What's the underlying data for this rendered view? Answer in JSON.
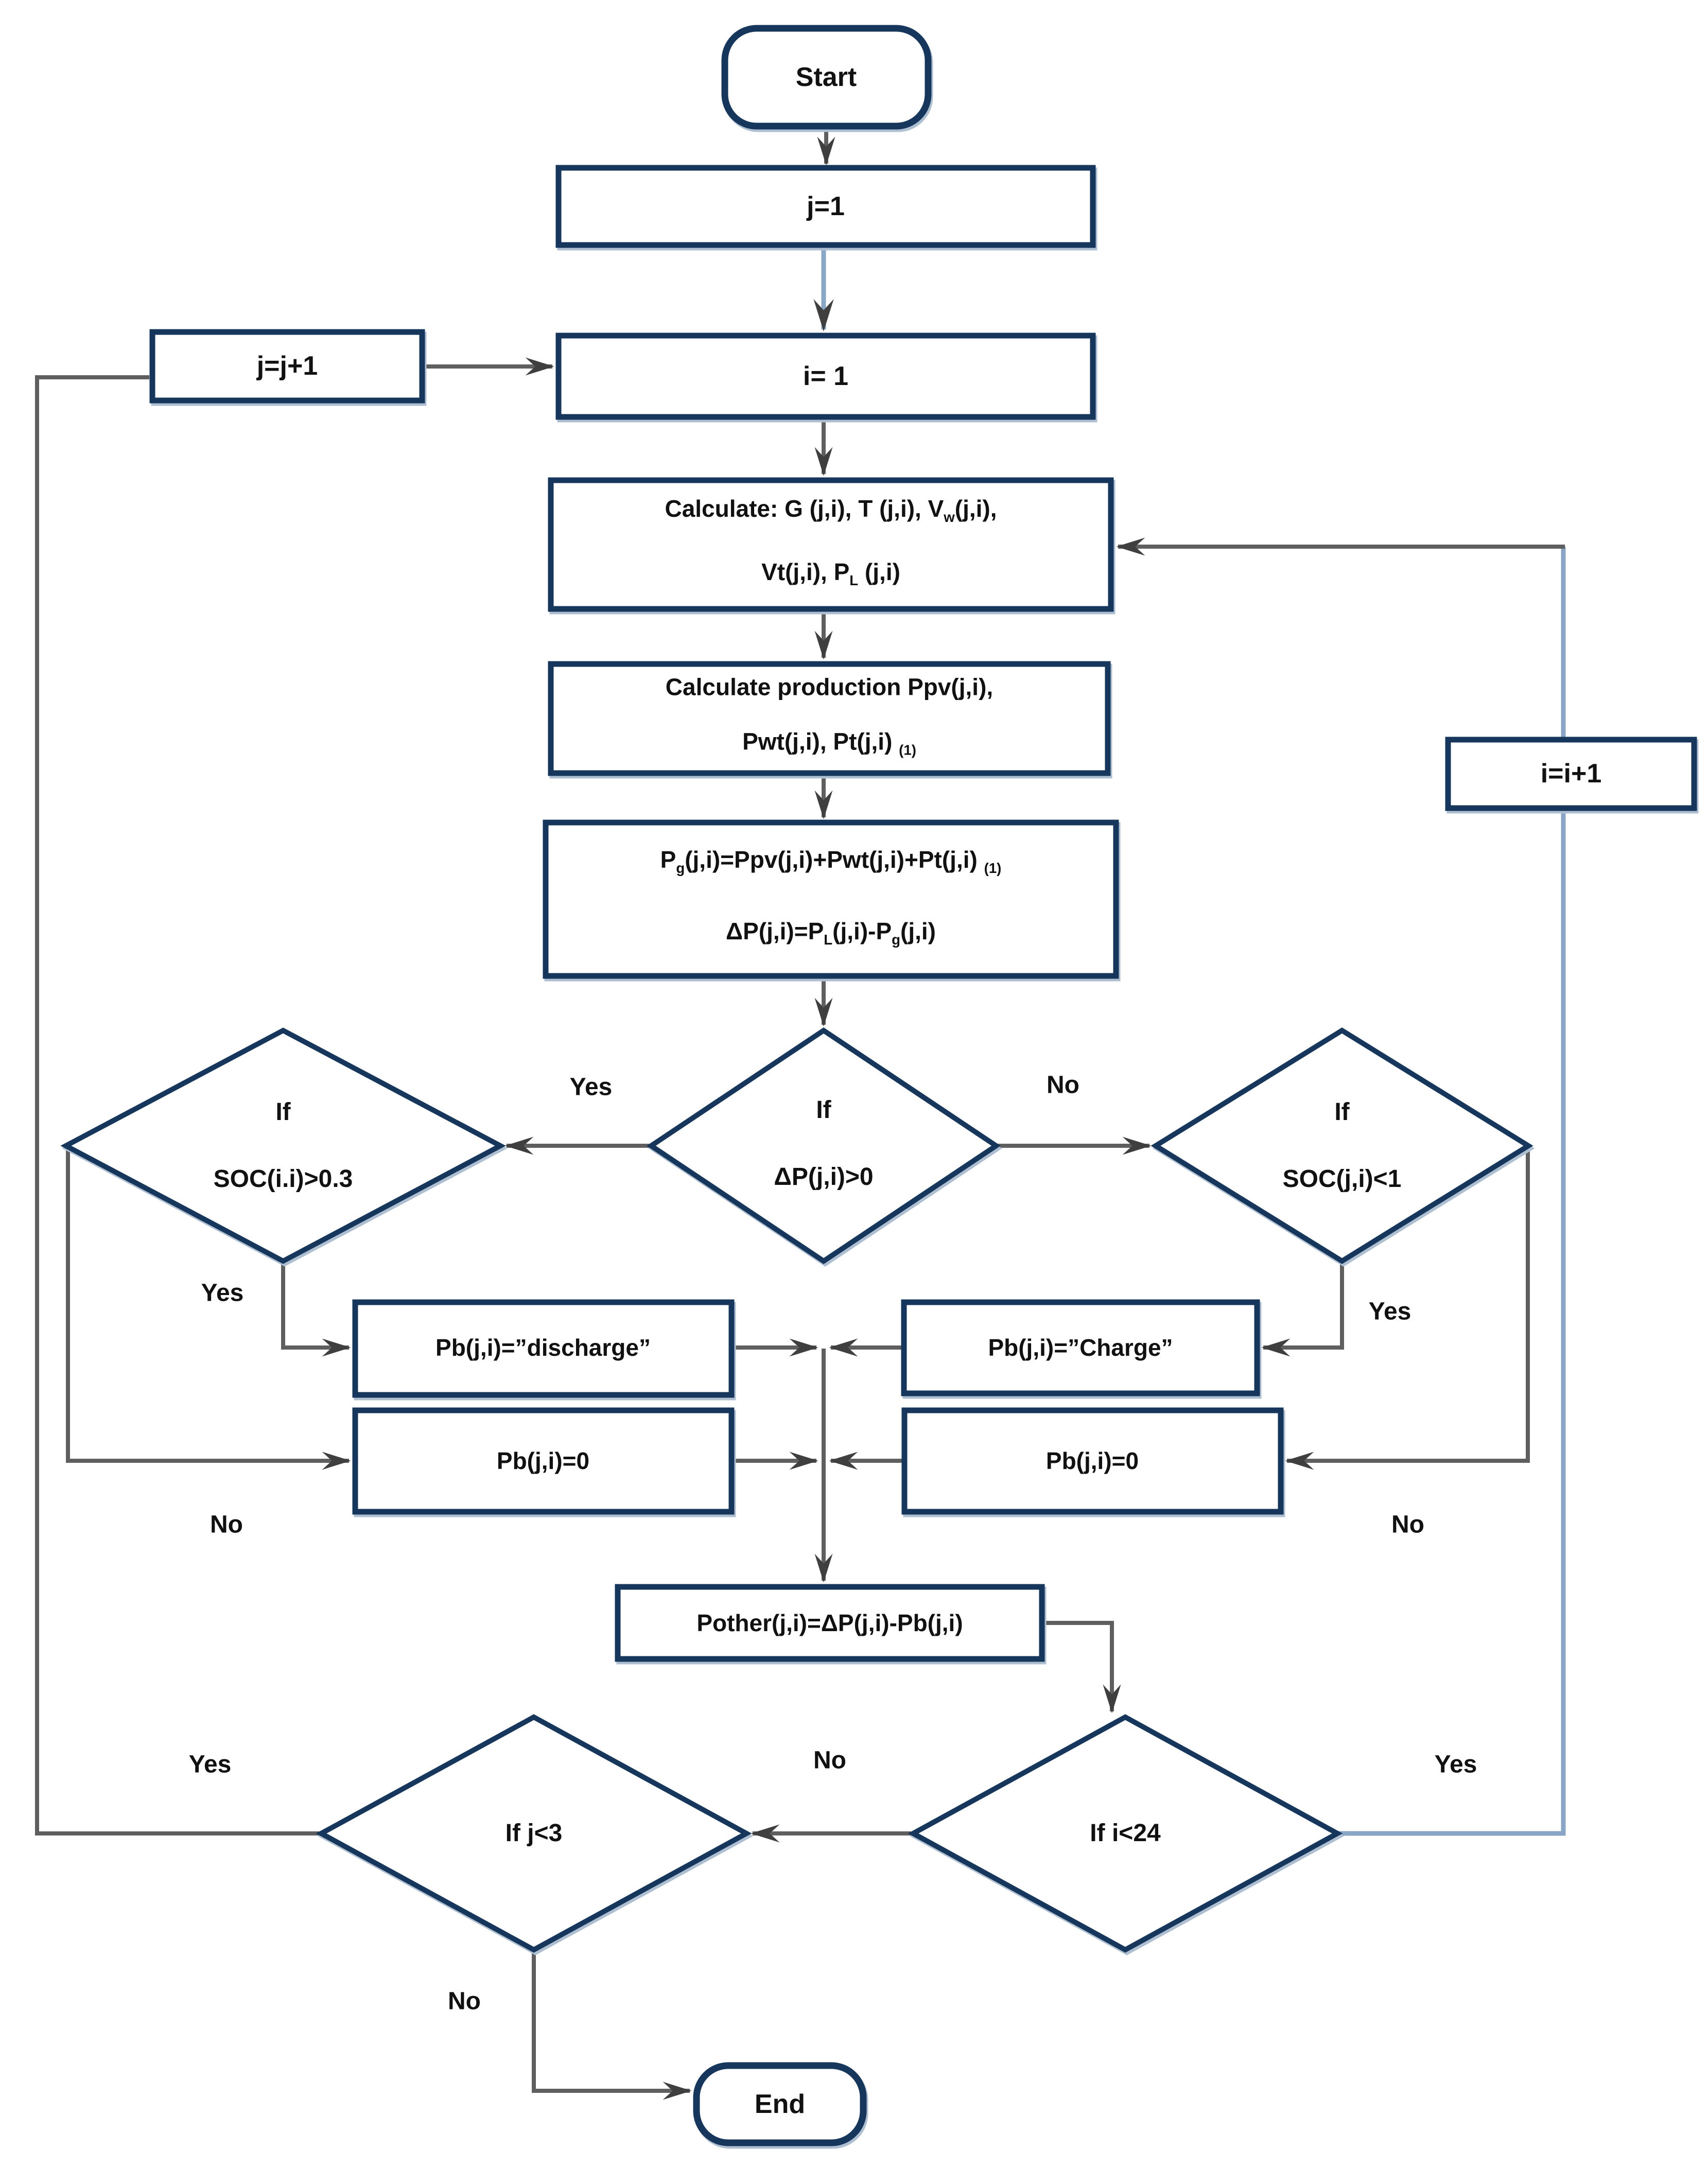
{
  "flowchart": {
    "description": "Energy management simulation flowchart",
    "colors": {
      "border_navy": "#16365c",
      "shadow_blue": "#aebfd2",
      "connector_gray": "#5f5f5f",
      "loop_blue": "#8aa6c6",
      "text": "#111111",
      "background": "#ffffff"
    },
    "nodes": {
      "start": {
        "label": "Start"
      },
      "j1": {
        "label": "j=1"
      },
      "jj1": {
        "label": "j=j+1"
      },
      "i1": {
        "label": "i= 1"
      },
      "calc": {
        "line1": "Calculate: G (j,i), T (j,i), V<sub>w</sub>(j,i),",
        "line2": "Vt(j,i), P<sub>L</sub> (j,i)"
      },
      "prod": {
        "line1": "Calculate production Ppv(j,i),",
        "line2": "Pwt(j,i), Pt(j,i) <sub>(1)</sub>"
      },
      "pg": {
        "line1": "P<sub>g</sub>(j,i)=Ppv(j,i)+Pwt(j,i)+Pt(j,i) <sub>(1)</sub>",
        "line2": "ΔP(j,i)=P<sub>L</sub>(j,i)-P<sub>g</sub>(j,i)"
      },
      "decision_dp": {
        "line1": "If",
        "line2": "ΔP(j,i)>0"
      },
      "decision_soc_left": {
        "line1": "If",
        "line2": "SOC(i.i)>0.3"
      },
      "decision_soc_right": {
        "line1": "If",
        "line2": "SOC(j,i)<1"
      },
      "discharge": {
        "label": "Pb(j,i)=”discharge”"
      },
      "charge": {
        "label": "Pb(j,i)=”Charge”"
      },
      "pb0_left": {
        "label": "Pb(j,i)=0"
      },
      "pb0_right": {
        "label": "Pb(j,i)=0"
      },
      "pother": {
        "label": "Pother(j,i)=ΔP(j,i)-Pb(j,i)"
      },
      "decision_i24": {
        "label": "If i<24"
      },
      "decision_j3": {
        "label": "If j<3"
      },
      "ii1": {
        "label": "i=i+1"
      },
      "end": {
        "label": "End"
      }
    },
    "edge_labels": {
      "yes_dp": "Yes",
      "no_dp": "No",
      "yes_soc_left": "Yes",
      "no_soc_left": "No",
      "yes_soc_right": "Yes",
      "no_soc_right": "No",
      "no_i24": "No",
      "yes_i24": "Yes",
      "yes_j3": "Yes",
      "no_j3": "No"
    }
  }
}
